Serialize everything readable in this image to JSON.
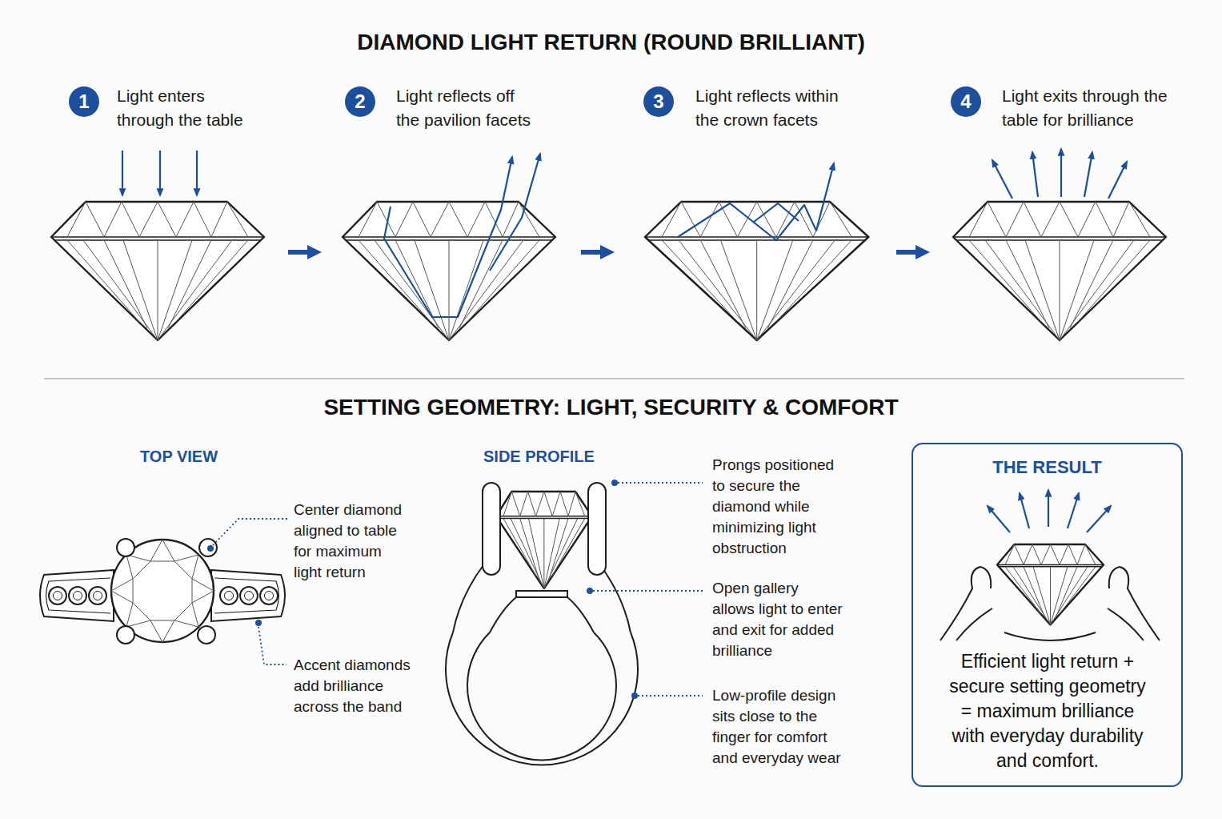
{
  "diagram": {
    "title": "DIAMOND LIGHT RETURN (ROUND BRILLIANT)",
    "nodes": [
      {
        "text": [
          "1",
          "Light enters through the table"
        ]
      },
      {
        "text": [
          "2",
          "Light reflects off the pavilion facets"
        ]
      },
      {
        "text": [
          "3",
          "Light reflects within the crown facets"
        ]
      },
      {
        "text": [
          "4",
          "Light exits through the table for brilliance"
        ]
      },
      {
        "text": [
          "THE RESULT",
          "Efficient light return + secure setting geometry = maximum brilliance with everyday durability and comfort."
        ]
      }
    ],
    "edges": [
      {
        "from": 0,
        "to": 1,
        "arrow": "to"
      },
      {
        "from": 1,
        "to": 2,
        "arrow": "to"
      },
      {
        "from": 2,
        "to": 3,
        "arrow": "to"
      }
    ],
    "labels": [
      "SETTING GEOMETRY: LIGHT, SECURITY & COMFORT",
      "TOP VIEW",
      "SIDE PROFILE",
      "Center diamond aligned to table for maximum light return",
      "Accent diamonds add brilliance across the band",
      "Prongs positioned to secure the diamond while minimizing light obstruction",
      "Open gallery allows light to enter and exit for added brilliance",
      "Low-profile design sits close to the finger for comfort and everyday wear"
    ]
  }
}
